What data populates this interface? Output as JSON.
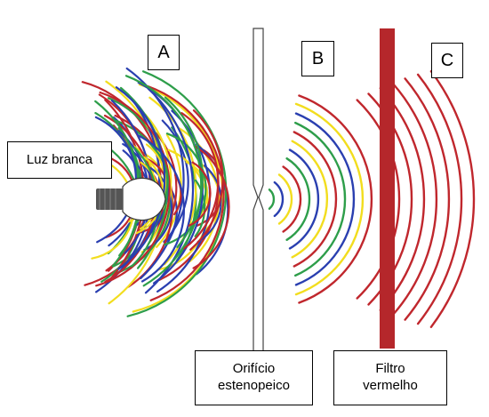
{
  "labels": {
    "region_a": "A",
    "region_b": "B",
    "region_c": "C",
    "light_source": "Luz branca",
    "pinhole": "Orifício\nestenopeico",
    "filter": "Filtro\nvermelho"
  },
  "colors": {
    "red": "#c0272d",
    "green": "#2e9e4a",
    "blue": "#2a3fb0",
    "yellow": "#f2dd1e",
    "filter_bar": "#b5272b",
    "bulb_base": "#555555"
  }
}
